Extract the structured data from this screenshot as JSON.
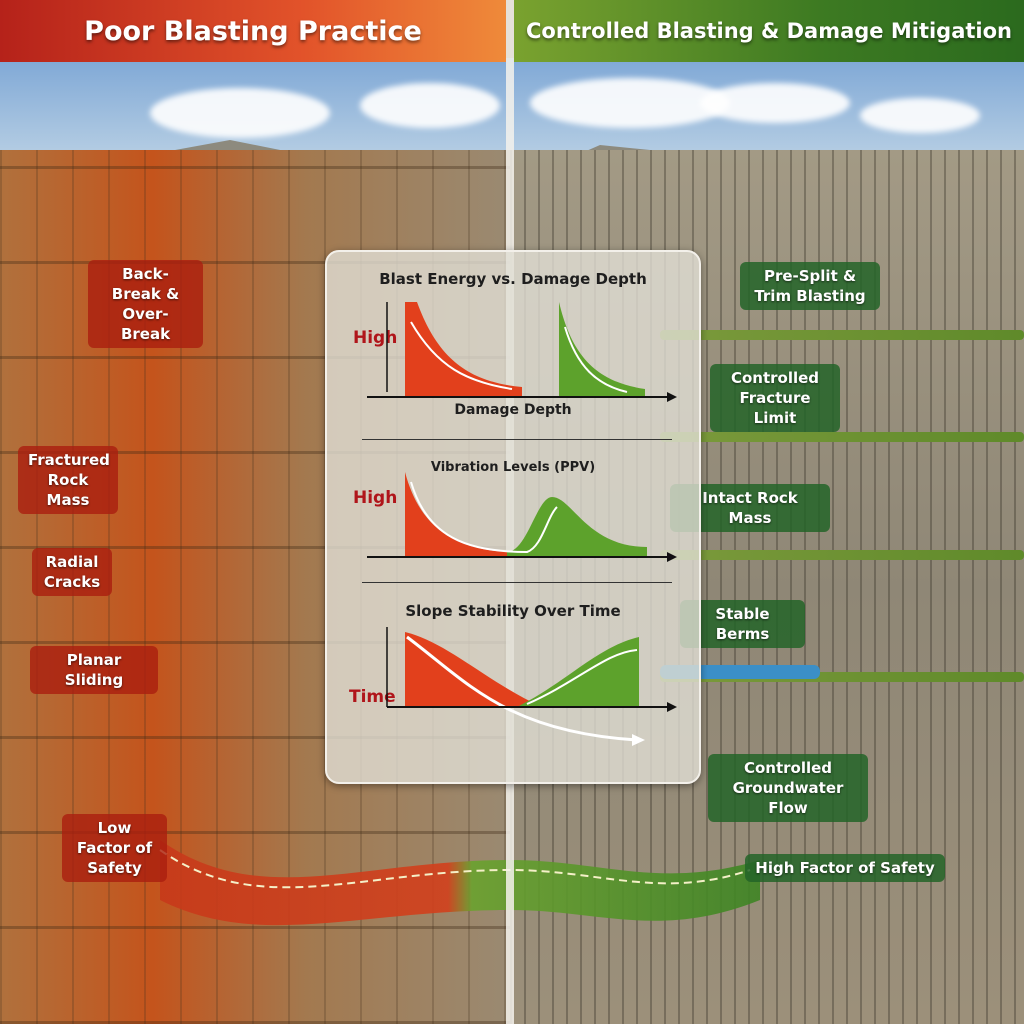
{
  "header": {
    "left_title": "Poor Blasting Practice",
    "right_title": "Controlled Blasting & Damage Mitigation"
  },
  "left_labels": {
    "backbreak": "Back-Break & Over-Break",
    "fractured": "Fractured Rock Mass",
    "radial": "Radial Cracks",
    "planar": "Planar Sliding",
    "low_fos": "Low Factor of Safety"
  },
  "right_labels": {
    "presplit": "Pre-Split & Trim Blasting",
    "fracture_limit": "Controlled Fracture Limit",
    "intact": "Intact Rock Mass",
    "berms": "Stable Berms",
    "groundwater": "Controlled Groundwater Flow",
    "high_fos": "High Factor of Safety"
  },
  "panel": {
    "chart1": {
      "title": "Blast Energy vs. Damage Depth",
      "ylabel": "High",
      "xlabel": "Damage Depth"
    },
    "chart2": {
      "title": "Vibration Levels (PPV)",
      "ylabel": "High"
    },
    "chart3": {
      "title": "Slope Stability Over Time",
      "ylabel": "Time"
    }
  },
  "colors": {
    "poor": "#c4301c",
    "controlled": "#4a8c2a"
  }
}
